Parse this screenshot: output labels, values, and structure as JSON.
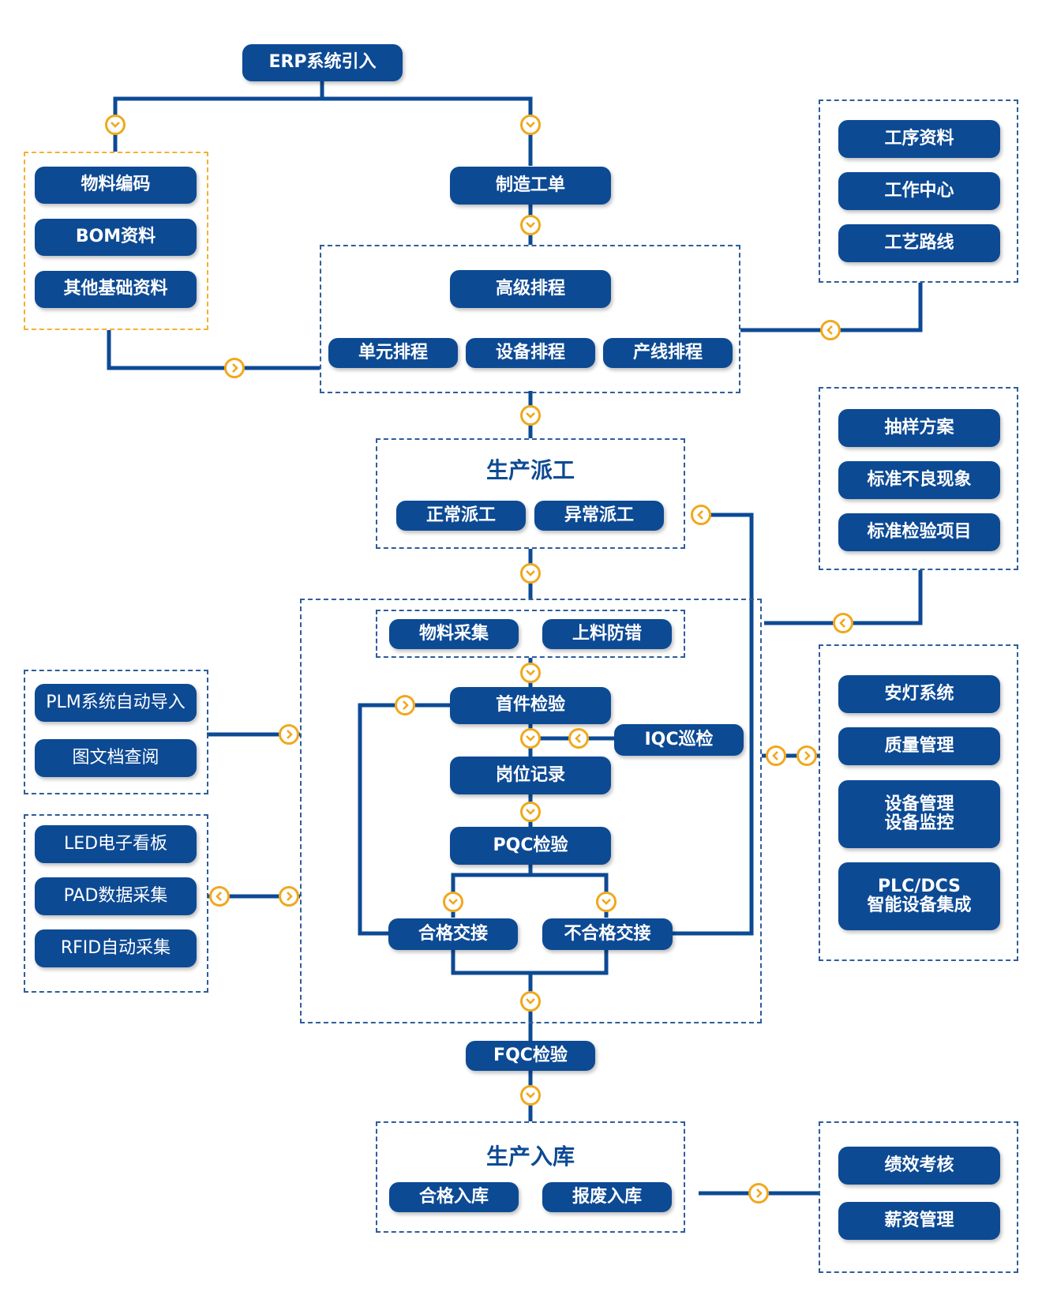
{
  "colors": {
    "node": "#0d4a94",
    "line": "#0d4a94",
    "frame": "#2f5d9a",
    "accent": "#f0a81c"
  },
  "nodes": {
    "erp": "ERP系统引入",
    "material_code": "物料编码",
    "bom": "BOM资料",
    "other_base": "其他基础资料",
    "mo": "制造工单",
    "process_data": "工序资料",
    "work_center": "工作中心",
    "route": "工艺路线",
    "aps": "高级排程",
    "unit_sched": "单元排程",
    "equip_sched": "设备排程",
    "line_sched": "产线排程",
    "dispatch_title": "生产派工",
    "normal_dispatch": "正常派工",
    "abnormal_dispatch": "异常派工",
    "sampling": "抽样方案",
    "defect_std": "标准不良现象",
    "inspect_std": "标准检验项目",
    "material_collect": "物料采集",
    "feed_error": "上料防错",
    "first_article": "首件检验",
    "iqc": "IQC巡检",
    "post_record": "岗位记录",
    "pqc": "PQC检验",
    "pass_handover": "合格交接",
    "fail_handover": "不合格交接",
    "plm": "PLM系统自动导入",
    "doc_view": "图文档查阅",
    "led": "LED电子看板",
    "pad": "PAD数据采集",
    "rfid": "RFID自动采集",
    "andon": "安灯系统",
    "quality": "质量管理",
    "equip_mgmt_1": "设备管理",
    "equip_mgmt_2": "设备监控",
    "plc_1": "PLC/DCS",
    "plc_2": "智能设备集成",
    "fqc": "FQC检验",
    "warehouse_title": "生产入库",
    "pass_in": "合格入库",
    "scrap_in": "报废入库",
    "kpi": "绩效考核",
    "payroll": "薪资管理"
  }
}
